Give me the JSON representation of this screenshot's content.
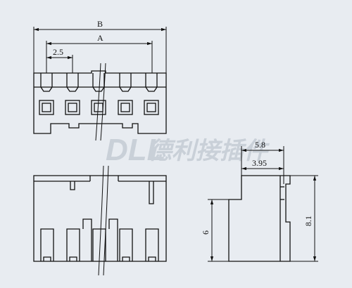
{
  "dimensions": {
    "B": "B",
    "A": "A",
    "pitch": "2.5",
    "depth_top": "5.8",
    "depth_inner": "3.95",
    "height_front": "6",
    "height_total": "8.1"
  },
  "watermark": {
    "brand": "DLL",
    "chinese": "德利接插件"
  },
  "colors": {
    "background": "#e8ecf1",
    "line": "#111111",
    "watermark": "#c9d0d8"
  }
}
